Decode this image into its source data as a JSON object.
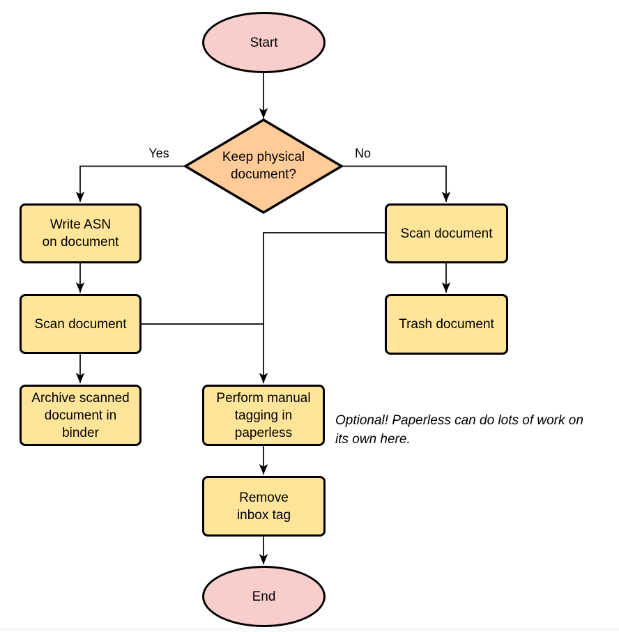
{
  "diagram": {
    "type": "flowchart",
    "nodes": {
      "start": {
        "label": "Start",
        "shape": "terminal"
      },
      "decision": {
        "label": "Keep physical\ndocument?",
        "shape": "decision"
      },
      "write_asn": {
        "label": "Write ASN\non document",
        "shape": "process"
      },
      "scan_yes": {
        "label": "Scan document",
        "shape": "process"
      },
      "archive": {
        "label": "Archive scanned\ndocument in\nbinder",
        "shape": "process"
      },
      "scan_no": {
        "label": "Scan document",
        "shape": "process"
      },
      "trash": {
        "label": "Trash document",
        "shape": "process"
      },
      "tagging": {
        "label": "Perform manual\ntagging in\npaperless",
        "shape": "process"
      },
      "remove_tag": {
        "label": "Remove\ninbox tag",
        "shape": "process"
      },
      "end": {
        "label": "End",
        "shape": "terminal"
      }
    },
    "edge_labels": {
      "yes": "Yes",
      "no": "No"
    },
    "annotation": {
      "text": "Optional! Paperless can do lots of work on\nits own here."
    },
    "colors": {
      "terminal_fill": "#F8CECC",
      "process_fill": "#FFE599",
      "decision_fill": "#FFCC99",
      "stroke": "#000000",
      "background": "#FFFFFF"
    }
  }
}
